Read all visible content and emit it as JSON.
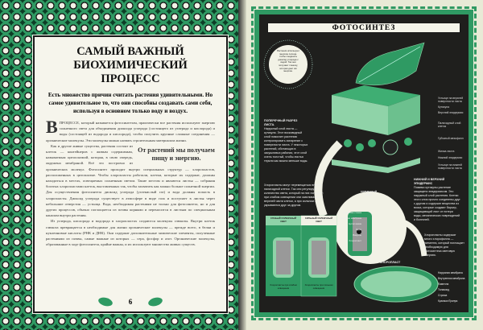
{
  "left_page": {
    "title": "САМЫЙ ВАЖНЫЙ БИОХИМИЧЕСКИЙ ПРОЦЕСС",
    "lead": "Есть множество причин считать растения удивительными. Но самое удивительное то, что они способны создавать сами себя, используя в основном только воду и воздух.",
    "drop_cap": "В",
    "para1": "ПРОЦЕССЕ, который называется фотосинтезом, практически все растения используют энергию солнечного света для объединения диоксида углерода (состоящего из углерода и кислорода) и воды (состоящей из водорода и кислорода), чтобы получить крупные сложные соединения — органические молекулы. Эти молекулы можно назвать строительным материалом жизни.",
    "para2": "Как и другие живые существа, растения состоят из клеток — контейнеров с живым содержимым, называемым цитоплазмой, которая, в свою очередь, окружена мембраной. Всё это построено из органических молекул. Фотосинтез проходит внутри специальных структур — хлоропластов, расположенных в цитоплазме. Чтобы хлоропласты работали, клетки, которые их содержат, должны находиться в местах, освещаемых солнечным светом. Такие местом и являются листья — собрания богатых хлоропластами клеток, выставленных так, чтобы захватить как можно больше солнечной энергии. Для осуществления фотосинтеза диоксид углерода (углекислый газ) и вода должны попасть в хлоропласты. Диоксид углерода существует в атмосфере в виде газа и поступает в листья через небольшие отверстия — устьица. Вода, необходимая растениям не только для фотосинтеза, но и для других процессов, обычно поглощается из почвы корнями и переносится в листьям по специальным каналам внутри растения.",
    "para3": "Из углерода, кислорода и водорода в хлоропластах создаются молекулы глюкозы. Внутри клеток глюкоза превращается в необходимые для жизни органические молекулы — прежде всего, в белки и нуклеиновые кислоты (РНК и ДНК). Они содержат дополнительные химические элементы, полученные растениями из почвы, самые важные из которых — сера, фосфор и азот. Органические молекулы, образованные в ходе фотосинтеза, крайне важны, и их используют множество живых существ.",
    "pull_quote": "От растений мы получаем пищу и энергию.",
    "page_number": "6"
  },
  "right_page": {
    "title": "ФОТОСИНТЕЗ",
    "sun_text": "Растения используют энергию солнца, чтобы соединить диоксид углерода с водой. Так они получают глюкозу, которая дает им энергию.",
    "cross_section_heading": "ПОПЕРЕЧНЫЙ РАЗРЕЗ ЛИСТА.",
    "cross_section_text": "Наружный слой листа — кутикула. Этот восковидный слой помогает растению контролировать испарение с поверхности листа. У некоторых растений, обитающих в засушливых районах, этот слой очень толстый, чтобы листья теряли как можно меньше воды.",
    "leaf_labels": [
      "Устьице на верхней поверхности листа",
      "Кутикула",
      "Верхний эпидермис",
      "Палисадный слой клеток",
      "Губчатый мезофилл",
      "Жилка листа",
      "Нижний эпидермис",
      "Устьице на нижней поверхности листа"
    ],
    "sunlight": "СОЛНЕЧНЫЙ СВЕТ",
    "chloroplast_move_text": "Хлоропласты могут перемещаться внутри палисадной клетки. Так они регулируют количество света, который на них попадает: при слабом освещении они скапливаются в верхней части клетки, а при сильном — укрываются друг за другом.",
    "cell_labels": [
      "Клеточная стенка",
      "Клеточная мембрана",
      "Цитоплазма",
      "Ядро",
      "Вакуоль",
      "Хлоропласт"
    ],
    "weak_light": "СЛАБЫЙ СОЛНЕЧНЫЙ СВЕТ",
    "strong_light": "СИЛЬНЫЙ СОЛНЕЧНЫЙ СВЕТ",
    "weak_caption": "Хлоропласты при слабом освещении",
    "strong_caption": "Хлоропласты при сильном освещении",
    "epidermis_heading": "НИЖНИЙ И ВЕРХНИЙ ЭПИДЕРМИС",
    "epidermis_text": "Помимо кутикулы растение защищено эпидермисом. Это наружный слой растения. Клетки этого слоя прочно соединены друг с другом и содержат вещества из воска, которые создают барьер, защищающий лист от потери воды, механических повреждений и болезней.",
    "chlorophyll_text": "Хлоропласты содержат много хлорофилла — пигмента, который поглощает необходимую для фотосинтеза световую энергию.",
    "chloroplast_heading": "ХЛОРОПЛАСТ",
    "chloroplast_labels": [
      "Наружная мембрана",
      "Внутренняя мембрана",
      "Ламелла",
      "Тилакоид",
      "Строма",
      "Крахмал/Гранум"
    ]
  },
  "colors": {
    "green": "#2f9a63",
    "light_green": "#8fd3a8",
    "dark": "#1f1f1d",
    "paper": "#f6f5ec"
  }
}
